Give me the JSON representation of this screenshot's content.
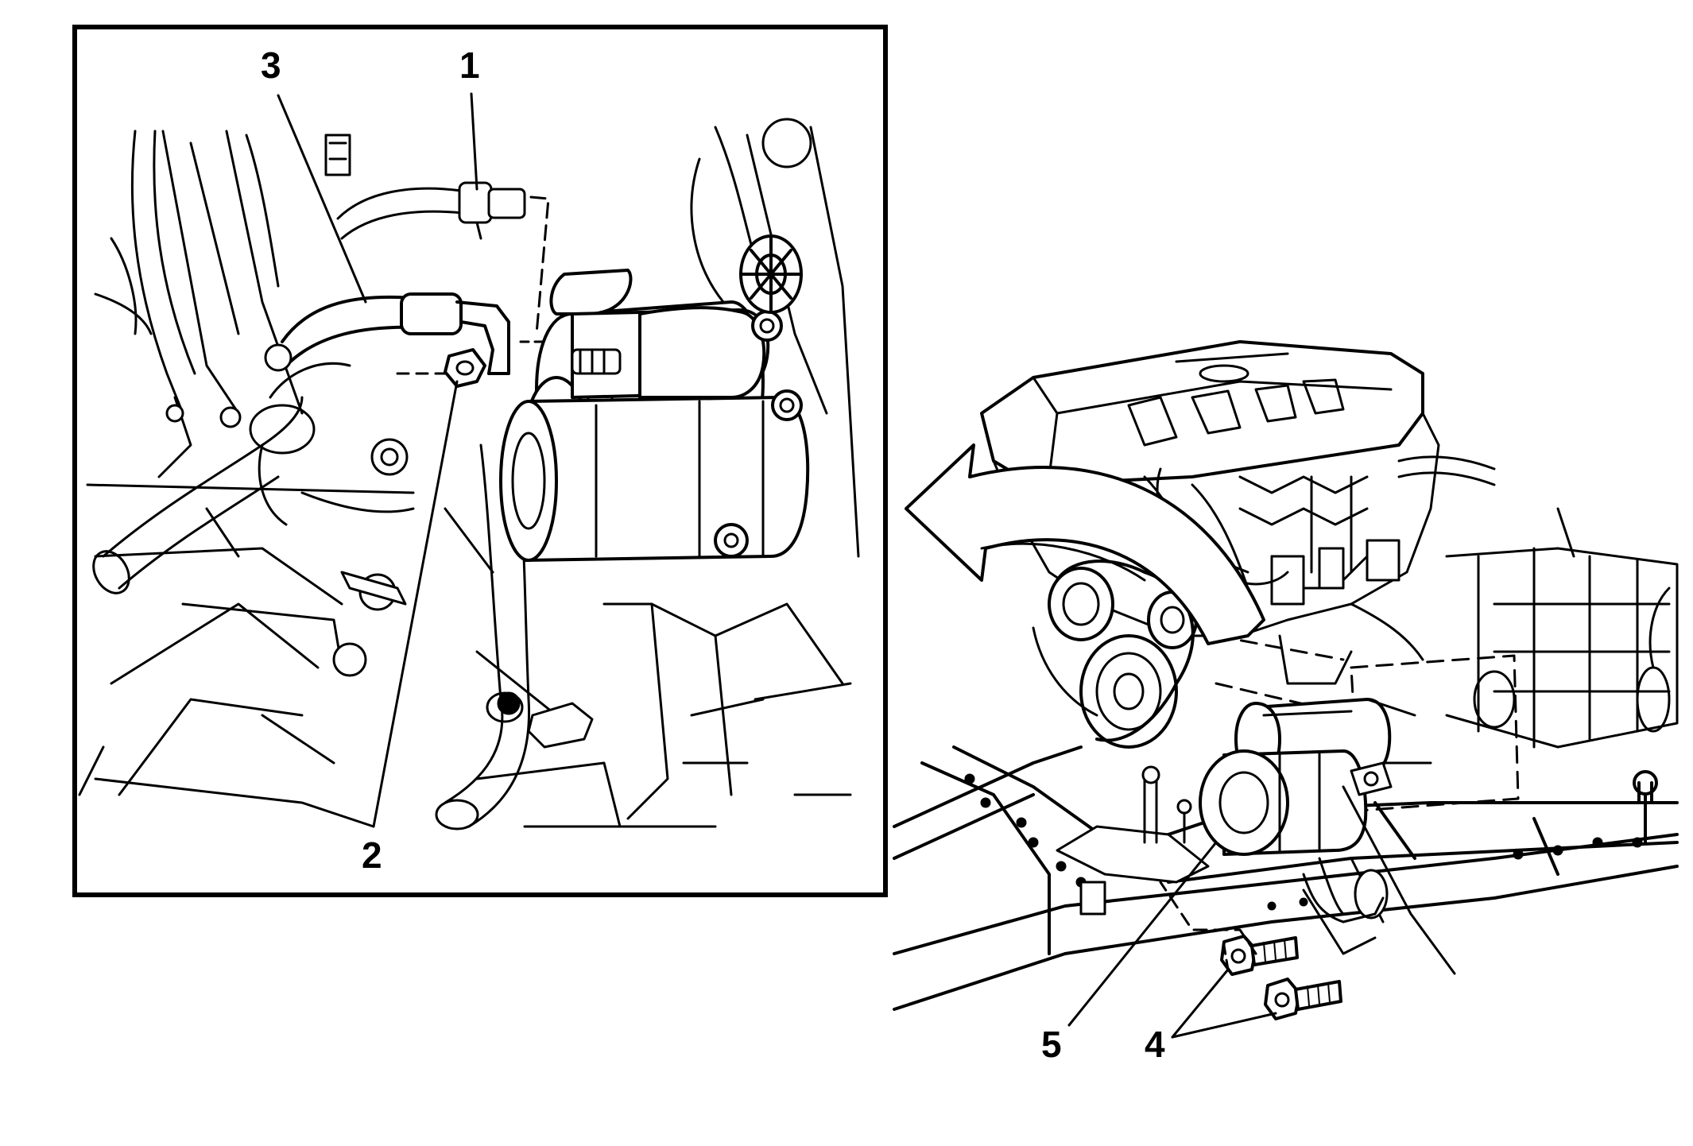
{
  "diagram": {
    "callouts": {
      "c1": "1",
      "c2": "2",
      "c3": "3",
      "c4": "4",
      "c5": "5"
    },
    "colors": {
      "ink": "#000000",
      "paper": "#ffffff"
    },
    "icons": {
      "detail_view": "starter-motor-closeup",
      "overview": "engine-and-frame-overview",
      "direction": "curved-arrow-icon"
    }
  }
}
